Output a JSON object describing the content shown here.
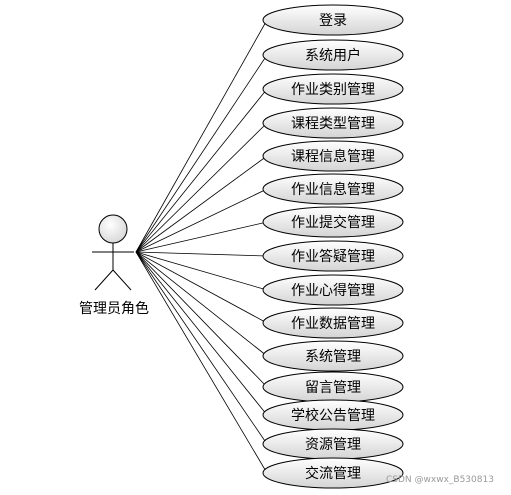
{
  "actor": {
    "label": "管理员角色"
  },
  "use_cases": [
    "登录",
    "系统用户",
    "作业类别管理",
    "课程类型管理",
    "课程信息管理",
    "作业信息管理",
    "作业提交管理",
    "作业答疑管理",
    "作业心得管理",
    "作业数据管理",
    "系统管理",
    "留言管理",
    "学校公告管理",
    "资源管理",
    "交流管理"
  ],
  "watermark": "CSDN @wxwx_B530813",
  "colors": {
    "stroke": "#000000",
    "ellipse_fill_top": "#ffffff",
    "ellipse_fill_bottom": "#d4d4d4",
    "actor_head_fill": "#e6e6e6"
  }
}
